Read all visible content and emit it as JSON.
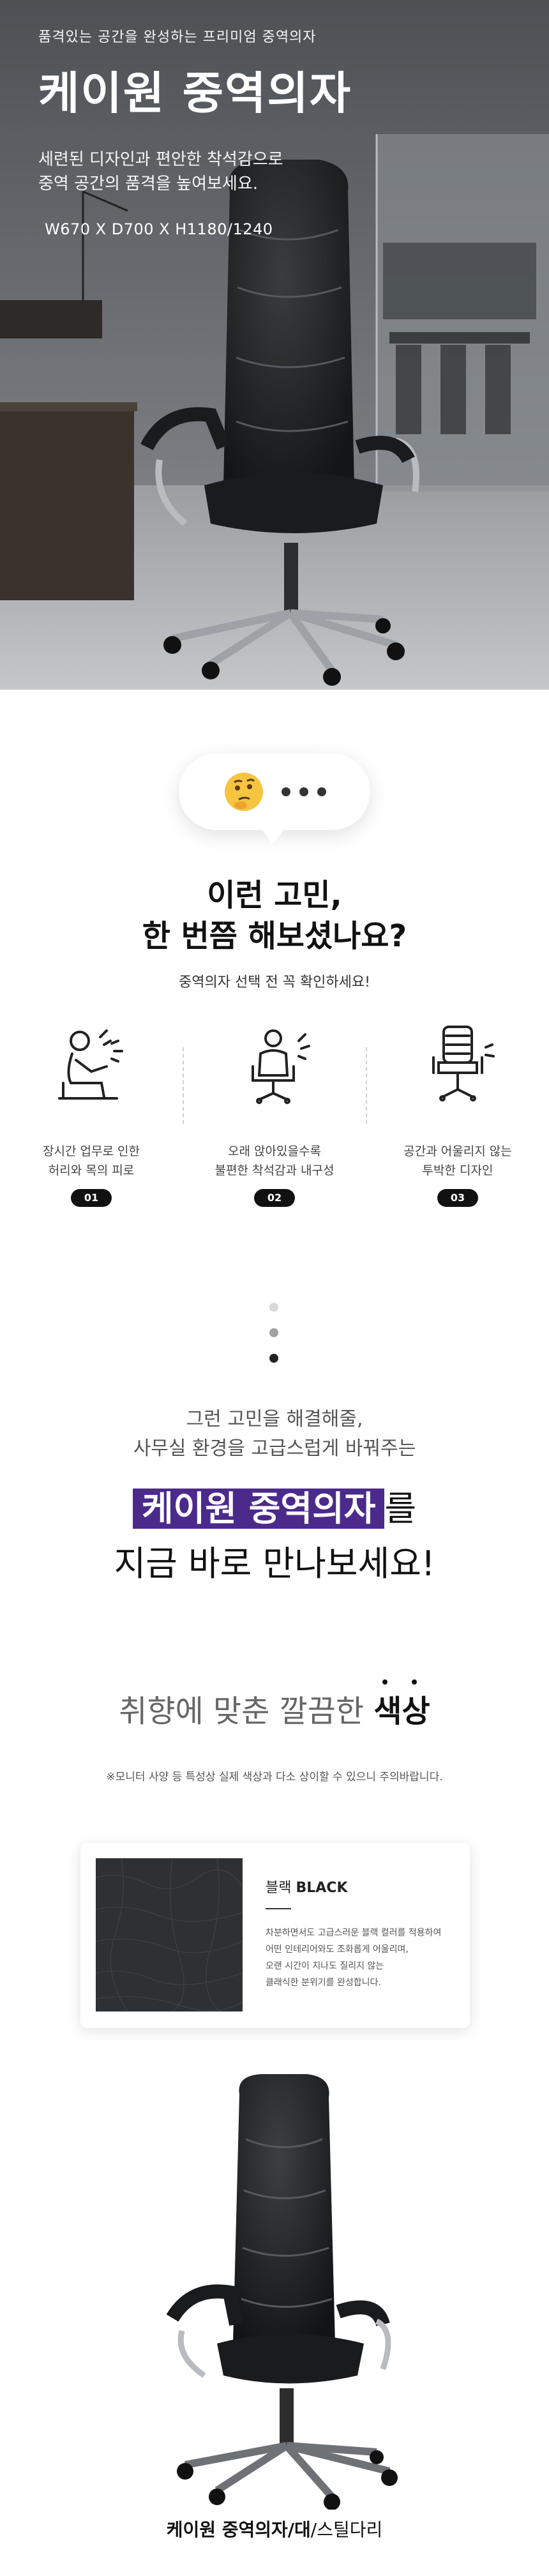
{
  "hero": {
    "kicker": "품격있는 공간을 완성하는 프리미엄 중역의자",
    "title": "케이원 중역의자",
    "desc_line1": "세련된 디자인과 편안한 착석감으로",
    "desc_line2": "중역 공간의 품격을 높여보세요.",
    "dimensions": "W670 X D700 X H1180/1240"
  },
  "question": {
    "emoji": "🤔",
    "title_line1": "이런 고민,",
    "title_line2": "한 번쯤 해보셨나요?",
    "subtitle": "중역의자 선택 전 꼭 확인하세요!",
    "items": [
      {
        "line1": "장시간 업무로 인한",
        "line2": "허리와 목의 피로",
        "num": "01",
        "icon": "sitting-fatigue-icon"
      },
      {
        "line1": "오래 앉아있을수록",
        "line2": "불편한 착석감과 내구성",
        "num": "02",
        "icon": "uncomfortable-chair-icon"
      },
      {
        "line1": "공간과 어울리지 않는",
        "line2": "투박한 디자인",
        "num": "03",
        "icon": "clunky-design-chair-icon"
      }
    ]
  },
  "solution": {
    "line1": "그런 고민을 해결해줄,",
    "line2": "사무실 환경을 고급스럽게 바꿔주는",
    "highlight": "케이원 중역의자",
    "after_highlight": "를",
    "line4": "지금 바로 만나보세요!"
  },
  "color_section": {
    "title_prefix": "취향에 맞춘 깔끔한 ",
    "title_emph": "색상",
    "note": "※모니터 사양 등 특성상 실제 색상과 다소 상이할 수 있으니 주의바랍니다.",
    "card": {
      "name_ko": "블랙",
      "name_en": "BLACK",
      "desc": [
        "차분하면서도 고급스러운 블랙 컬러를 적용하여",
        "어떤 인테리어와도 조화롭게 어울리며,",
        "오랜 시간이 지나도 질리지 않는",
        "클래식한 분위기를 완성합니다."
      ],
      "swatch_color": "#2e3134"
    }
  },
  "product": {
    "caption_bold": "케이원 중역의자/대",
    "caption_rest": "/스틸다리"
  },
  "colors": {
    "accent": "#4b2a8c",
    "badge": "#111111"
  }
}
